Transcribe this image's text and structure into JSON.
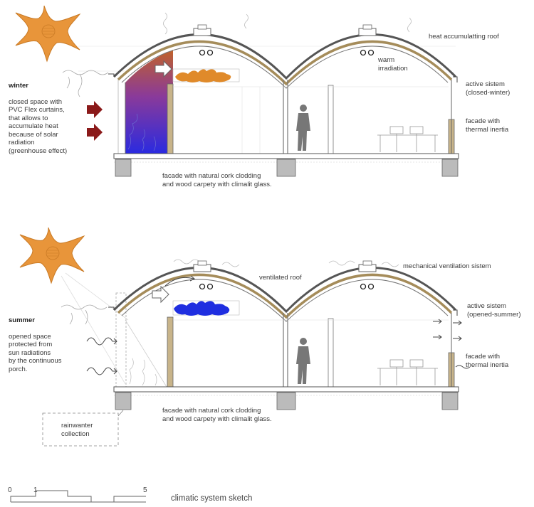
{
  "winter": {
    "side_title": "winter",
    "side_text": "closed space with\nPVC Flex curtains,\nthat allows to\naccumulate heat\nbecause of solar\nradiation\n(greenhouse effect)",
    "roof_label": "heat accumulatting roof",
    "irradiation_label": "warm\nirradiation",
    "active_label": "active sistem\n(closed-winter)",
    "facade_label": "facade with\nthermal inertia",
    "bottom_label": "facade with natural cork clodding\nand wood carpety with climalit glass.",
    "colors": {
      "sun": "#e8953a",
      "buffer_top": "#c0622a",
      "buffer_bottom": "#2a2ae0",
      "arrow": "#8b1a1a",
      "cloud": "#e08a2a"
    }
  },
  "summer": {
    "side_title": "summer",
    "side_text": "opened space\nprotected from\nsun radiations\nby the continuous\nporch.",
    "roof_label": "ventilated roof",
    "mech_label": "mechanical ventilation sistem",
    "active_label": "active sistem\n(opened-summer)",
    "facade_label": "facade with\nthermal inertia",
    "bottom_label": "facade with natural cork clodding\nand wood carpety with climalit glass.",
    "rainwater_label": "rainwanter\ncollection",
    "colors": {
      "sun": "#e8953a",
      "cloud": "#1f2ee0"
    }
  },
  "scale": {
    "zero": "0",
    "one": "1",
    "five": "5",
    "caption": "climatic system sketch"
  }
}
